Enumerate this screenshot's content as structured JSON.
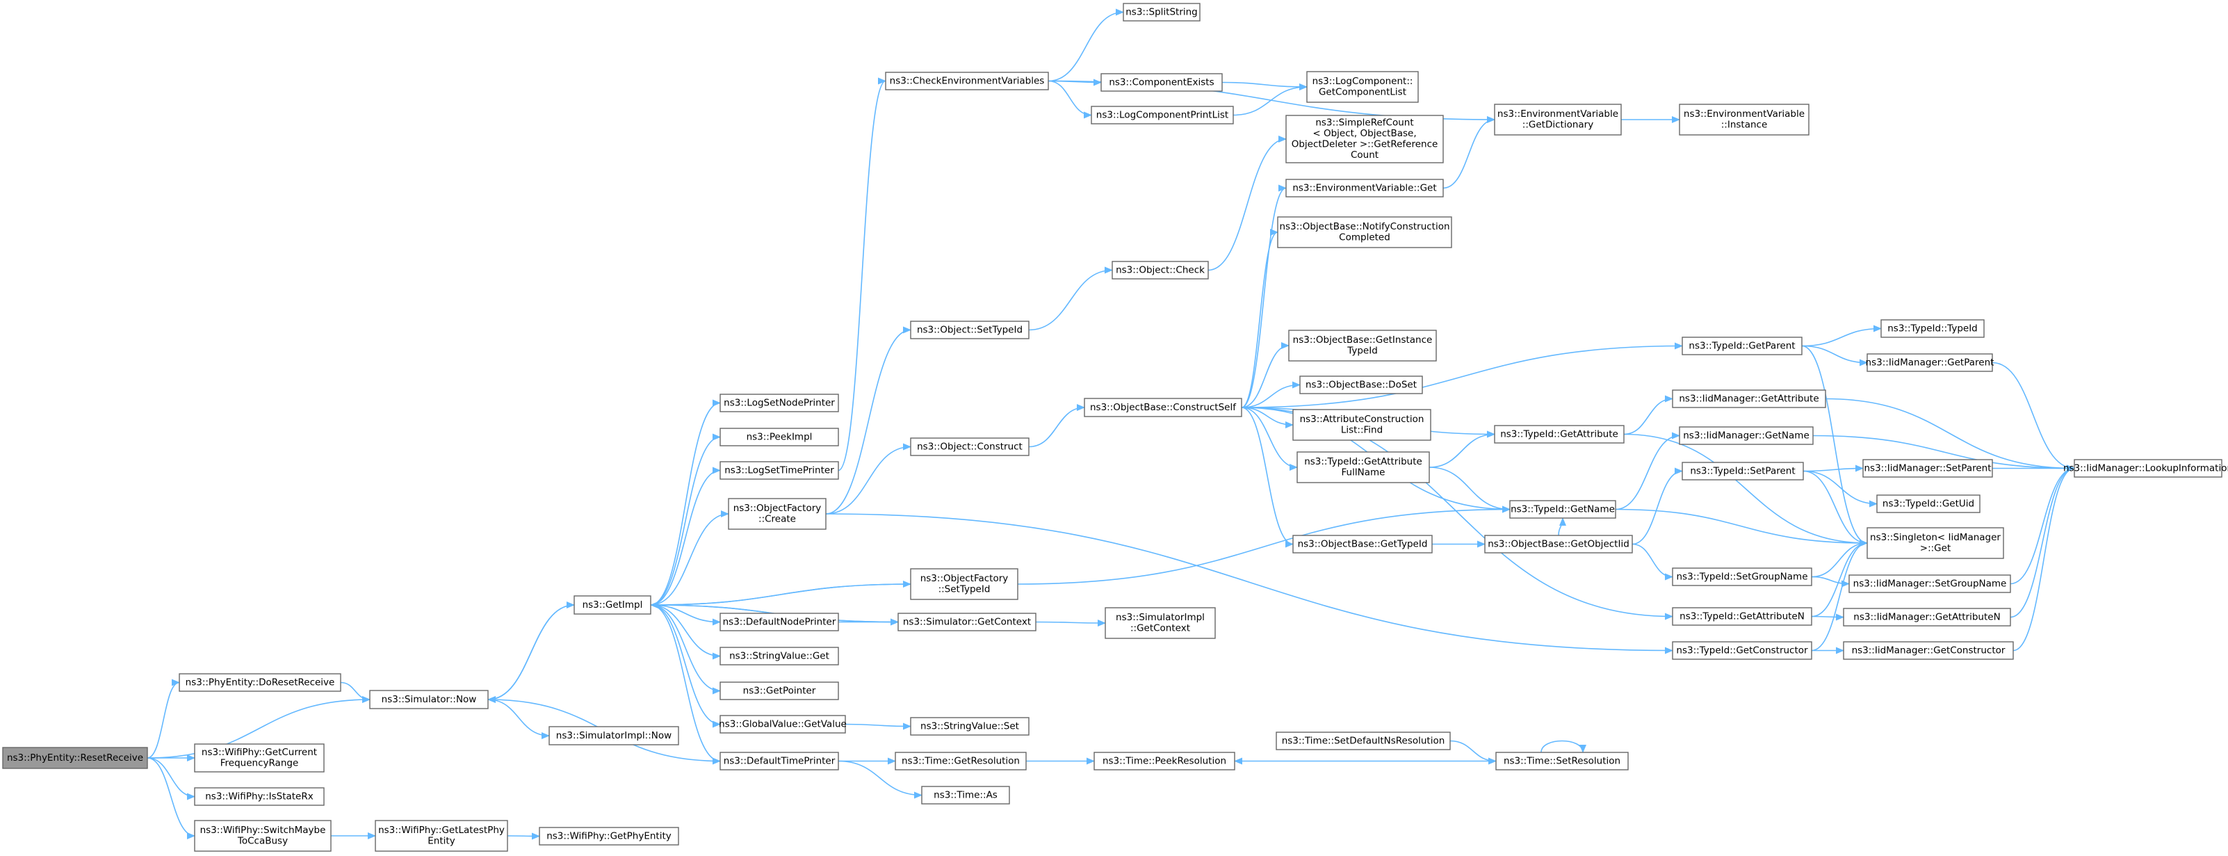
{
  "diagram": {
    "type": "call-graph",
    "nodes": [
      {
        "id": "root",
        "lines": [
          "ns3::PhyEntity::ResetReceive"
        ],
        "root": true
      },
      {
        "id": "doreset",
        "lines": [
          "ns3::PhyEntity::DoResetReceive"
        ]
      },
      {
        "id": "simnow",
        "lines": [
          "ns3::Simulator::Now"
        ]
      },
      {
        "id": "getcurfreq",
        "lines": [
          "ns3::WifiPhy::GetCurrent",
          "FrequencyRange"
        ]
      },
      {
        "id": "isstaterx",
        "lines": [
          "ns3::WifiPhy::IsStateRx"
        ]
      },
      {
        "id": "switchmaybe",
        "lines": [
          "ns3::WifiPhy::SwitchMaybe",
          "ToCcaBusy"
        ]
      },
      {
        "id": "getlatestphy",
        "lines": [
          "ns3::WifiPhy::GetLatestPhy",
          "Entity"
        ]
      },
      {
        "id": "getphyentity",
        "lines": [
          "ns3::WifiPhy::GetPhyEntity"
        ]
      },
      {
        "id": "simimplnow",
        "lines": [
          "ns3::SimulatorImpl::Now"
        ]
      },
      {
        "id": "getimpl",
        "lines": [
          "ns3::GetImpl"
        ]
      },
      {
        "id": "logsetnode",
        "lines": [
          "ns3::LogSetNodePrinter"
        ]
      },
      {
        "id": "peekimpl",
        "lines": [
          "ns3::PeekImpl"
        ]
      },
      {
        "id": "logsettime",
        "lines": [
          "ns3::LogSetTimePrinter"
        ]
      },
      {
        "id": "objfactcreate",
        "lines": [
          "ns3::ObjectFactory",
          "::Create"
        ]
      },
      {
        "id": "objfactsettypeid",
        "lines": [
          "ns3::ObjectFactory",
          "::SetTypeId"
        ]
      },
      {
        "id": "defnodeprinter",
        "lines": [
          "ns3::DefaultNodePrinter"
        ]
      },
      {
        "id": "strvalget",
        "lines": [
          "ns3::StringValue::Get"
        ]
      },
      {
        "id": "getpointer",
        "lines": [
          "ns3::GetPointer"
        ]
      },
      {
        "id": "globvalgetvalue",
        "lines": [
          "ns3::GlobalValue::GetValue"
        ]
      },
      {
        "id": "deftimeprinter",
        "lines": [
          "ns3::DefaultTimePrinter"
        ]
      },
      {
        "id": "checkenv",
        "lines": [
          "ns3::CheckEnvironmentVariables"
        ]
      },
      {
        "id": "splitstring",
        "lines": [
          "ns3::SplitString"
        ]
      },
      {
        "id": "compexists",
        "lines": [
          "ns3::ComponentExists"
        ]
      },
      {
        "id": "logcompprintlist",
        "lines": [
          "ns3::LogComponentPrintList"
        ]
      },
      {
        "id": "logcompgetlist",
        "lines": [
          "ns3::LogComponent::",
          "GetComponentList"
        ]
      },
      {
        "id": "envgetdict",
        "lines": [
          "ns3::EnvironmentVariable",
          "::GetDictionary"
        ]
      },
      {
        "id": "envinstance",
        "lines": [
          "ns3::EnvironmentVariable",
          "::Instance"
        ]
      },
      {
        "id": "objsettypeid",
        "lines": [
          "ns3::Object::SetTypeId"
        ]
      },
      {
        "id": "objconstruct",
        "lines": [
          "ns3::Object::Construct"
        ]
      },
      {
        "id": "objcheck",
        "lines": [
          "ns3::Object::Check"
        ]
      },
      {
        "id": "simplerefcount",
        "lines": [
          "ns3::SimpleRefCount",
          "< Object, ObjectBase,",
          "ObjectDeleter >::GetReference",
          "Count"
        ]
      },
      {
        "id": "envget",
        "lines": [
          "ns3::EnvironmentVariable::Get"
        ]
      },
      {
        "id": "notifyconstr",
        "lines": [
          "ns3::ObjectBase::NotifyConstruction",
          "Completed"
        ]
      },
      {
        "id": "constructself",
        "lines": [
          "ns3::ObjectBase::ConstructSelf"
        ]
      },
      {
        "id": "getinsttypeid",
        "lines": [
          "ns3::ObjectBase::GetInstance",
          "TypeId"
        ]
      },
      {
        "id": "doset",
        "lines": [
          "ns3::ObjectBase::DoSet"
        ]
      },
      {
        "id": "attrconstrfind",
        "lines": [
          "ns3::AttributeConstruction",
          "List::Find"
        ]
      },
      {
        "id": "typeidgetattrfull",
        "lines": [
          "ns3::TypeId::GetAttribute",
          "FullName"
        ]
      },
      {
        "id": "objbasegettypeid",
        "lines": [
          "ns3::ObjectBase::GetTypeId"
        ]
      },
      {
        "id": "getobjectiid",
        "lines": [
          "ns3::ObjectBase::GetObjectIid"
        ]
      },
      {
        "id": "typeidgetname",
        "lines": [
          "ns3::TypeId::GetName"
        ]
      },
      {
        "id": "typeidgetattr",
        "lines": [
          "ns3::TypeId::GetAttribute"
        ]
      },
      {
        "id": "typeidgetparent",
        "lines": [
          "ns3::TypeId::GetParent"
        ]
      },
      {
        "id": "typeidtypeid",
        "lines": [
          "ns3::TypeId::TypeId"
        ]
      },
      {
        "id": "iidgetparent",
        "lines": [
          "ns3::IidManager::GetParent"
        ]
      },
      {
        "id": "iidgetattr",
        "lines": [
          "ns3::IidManager::GetAttribute"
        ]
      },
      {
        "id": "iidgetname",
        "lines": [
          "ns3::IidManager::GetName"
        ]
      },
      {
        "id": "typeidsetparent",
        "lines": [
          "ns3::TypeId::SetParent"
        ]
      },
      {
        "id": "iidsetparent",
        "lines": [
          "ns3::IidManager::SetParent"
        ]
      },
      {
        "id": "typeidgetuid",
        "lines": [
          "ns3::TypeId::GetUid"
        ]
      },
      {
        "id": "lookupinfo",
        "lines": [
          "ns3::IidManager::LookupInformation"
        ]
      },
      {
        "id": "singletonget",
        "lines": [
          "ns3::Singleton< IidManager",
          ">::Get"
        ]
      },
      {
        "id": "typeidsetgroup",
        "lines": [
          "ns3::TypeId::SetGroupName"
        ]
      },
      {
        "id": "iidsetgroup",
        "lines": [
          "ns3::IidManager::SetGroupName"
        ]
      },
      {
        "id": "typeidgetattrn",
        "lines": [
          "ns3::TypeId::GetAttributeN"
        ]
      },
      {
        "id": "iidgetattrn",
        "lines": [
          "ns3::IidManager::GetAttributeN"
        ]
      },
      {
        "id": "typeidgetconstr",
        "lines": [
          "ns3::TypeId::GetConstructor"
        ]
      },
      {
        "id": "iidgetconstr",
        "lines": [
          "ns3::IidManager::GetConstructor"
        ]
      },
      {
        "id": "simgetcontext",
        "lines": [
          "ns3::Simulator::GetContext"
        ]
      },
      {
        "id": "simimplgetcontext",
        "lines": [
          "ns3::SimulatorImpl",
          "::GetContext"
        ]
      },
      {
        "id": "strvalset",
        "lines": [
          "ns3::StringValue::Set"
        ]
      },
      {
        "id": "timegetres",
        "lines": [
          "ns3::Time::GetResolution"
        ]
      },
      {
        "id": "timeas",
        "lines": [
          "ns3::Time::As"
        ]
      },
      {
        "id": "timepeekres",
        "lines": [
          "ns3::Time::PeekResolution"
        ]
      },
      {
        "id": "timesetdefns",
        "lines": [
          "ns3::Time::SetDefaultNsResolution"
        ]
      },
      {
        "id": "timesetres",
        "lines": [
          "ns3::Time::SetResolution"
        ]
      }
    ],
    "edges": [
      [
        "root",
        "doreset"
      ],
      [
        "root",
        "simnow"
      ],
      [
        "root",
        "getcurfreq"
      ],
      [
        "root",
        "isstaterx"
      ],
      [
        "root",
        "switchmaybe"
      ],
      [
        "doreset",
        "simnow"
      ],
      [
        "switchmaybe",
        "getlatestphy"
      ],
      [
        "getlatestphy",
        "getphyentity"
      ],
      [
        "simnow",
        "getimpl"
      ],
      [
        "simnow",
        "simimplnow"
      ],
      [
        "getimpl",
        "logsetnode"
      ],
      [
        "getimpl",
        "peekimpl"
      ],
      [
        "getimpl",
        "logsettime"
      ],
      [
        "getimpl",
        "objfactcreate"
      ],
      [
        "getimpl",
        "objfactsettypeid"
      ],
      [
        "getimpl",
        "defnodeprinter"
      ],
      [
        "getimpl",
        "strvalget"
      ],
      [
        "getimpl",
        "getpointer"
      ],
      [
        "getimpl",
        "globvalgetvalue"
      ],
      [
        "getimpl",
        "deftimeprinter"
      ],
      [
        "getimpl",
        "simgetcontext"
      ],
      [
        "getimpl",
        "simnow"
      ],
      [
        "logsettime",
        "checkenv"
      ],
      [
        "checkenv",
        "splitstring"
      ],
      [
        "checkenv",
        "compexists"
      ],
      [
        "checkenv",
        "logcompprintlist"
      ],
      [
        "checkenv",
        "envgetdict"
      ],
      [
        "compexists",
        "logcompgetlist"
      ],
      [
        "logcompprintlist",
        "logcompgetlist"
      ],
      [
        "envgetdict",
        "envinstance"
      ],
      [
        "objfactcreate",
        "objsettypeid"
      ],
      [
        "objfactcreate",
        "objconstruct"
      ],
      [
        "objfactcreate",
        "typeidgetconstr"
      ],
      [
        "objsettypeid",
        "objcheck"
      ],
      [
        "objcheck",
        "simplerefcount"
      ],
      [
        "objconstruct",
        "constructself"
      ],
      [
        "constructself",
        "envget"
      ],
      [
        "constructself",
        "notifyconstr"
      ],
      [
        "constructself",
        "getinsttypeid"
      ],
      [
        "constructself",
        "doset"
      ],
      [
        "constructself",
        "attrconstrfind"
      ],
      [
        "constructself",
        "typeidgetattrfull"
      ],
      [
        "constructself",
        "objbasegettypeid"
      ],
      [
        "constructself",
        "typeidgetattr"
      ],
      [
        "constructself",
        "typeidgetparent"
      ],
      [
        "constructself",
        "typeidgetname"
      ],
      [
        "constructself",
        "typeidgetattrn"
      ],
      [
        "envget",
        "envgetdict"
      ],
      [
        "typeidgetattrfull",
        "typeidgetattr"
      ],
      [
        "typeidgetattrfull",
        "typeidgetname"
      ],
      [
        "objbasegettypeid",
        "getobjectiid"
      ],
      [
        "getobjectiid",
        "typeidgetname"
      ],
      [
        "getobjectiid",
        "typeidsetparent"
      ],
      [
        "getobjectiid",
        "typeidsetgroup"
      ],
      [
        "objfactsettypeid",
        "typeidgetname"
      ],
      [
        "objfactsettypeid",
        "getimpl"
      ],
      [
        "typeidgetattr",
        "iidgetattr"
      ],
      [
        "typeidgetattr",
        "singletonget"
      ],
      [
        "typeidgetname",
        "iidgetname"
      ],
      [
        "typeidgetname",
        "singletonget"
      ],
      [
        "typeidgetparent",
        "typeidtypeid"
      ],
      [
        "typeidgetparent",
        "iidgetparent"
      ],
      [
        "typeidgetparent",
        "singletonget"
      ],
      [
        "typeidsetparent",
        "iidsetparent"
      ],
      [
        "typeidsetparent",
        "typeidgetuid"
      ],
      [
        "typeidsetparent",
        "singletonget"
      ],
      [
        "typeidsetgroup",
        "iidsetgroup"
      ],
      [
        "typeidsetgroup",
        "singletonget"
      ],
      [
        "typeidgetattrn",
        "iidgetattrn"
      ],
      [
        "typeidgetattrn",
        "singletonget"
      ],
      [
        "typeidgetconstr",
        "iidgetconstr"
      ],
      [
        "typeidgetconstr",
        "singletonget"
      ],
      [
        "iidgetparent",
        "lookupinfo"
      ],
      [
        "iidgetattr",
        "lookupinfo"
      ],
      [
        "iidgetname",
        "lookupinfo"
      ],
      [
        "iidsetparent",
        "lookupinfo"
      ],
      [
        "iidsetgroup",
        "lookupinfo"
      ],
      [
        "iidgetattrn",
        "lookupinfo"
      ],
      [
        "iidgetconstr",
        "lookupinfo"
      ],
      [
        "defnodeprinter",
        "simgetcontext"
      ],
      [
        "simgetcontext",
        "simimplgetcontext"
      ],
      [
        "simgetcontext",
        "getimpl"
      ],
      [
        "globvalgetvalue",
        "strvalset"
      ],
      [
        "deftimeprinter",
        "timegetres"
      ],
      [
        "deftimeprinter",
        "timeas"
      ],
      [
        "deftimeprinter",
        "simnow"
      ],
      [
        "timegetres",
        "timepeekres"
      ],
      [
        "timesetdefns",
        "timesetres"
      ],
      [
        "timesetres",
        "timepeekres"
      ],
      [
        "timesetres",
        "timesetres"
      ]
    ]
  },
  "colors": {
    "edge": "#63b8ff",
    "node_border": "#666666",
    "root_fill": "#999999"
  }
}
